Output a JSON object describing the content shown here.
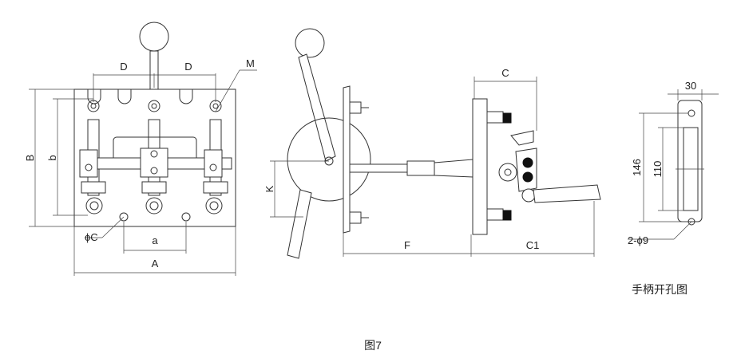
{
  "labels": {
    "D_left": "D",
    "D_right": "D",
    "M": "M",
    "B": "B",
    "b": "b",
    "phiC": "ϕC",
    "a": "a",
    "A": "A",
    "K": "K",
    "C": "C",
    "F": "F",
    "C1": "C1",
    "dim_30": "30",
    "dim_146": "146",
    "dim_110": "110",
    "holes": "2-ϕ9"
  },
  "captions": {
    "handle_hole_title": "手柄开孔图",
    "figure_number": "图7"
  },
  "colors": {
    "line": "#333333",
    "text": "#222222",
    "fill_dark": "#111111"
  }
}
